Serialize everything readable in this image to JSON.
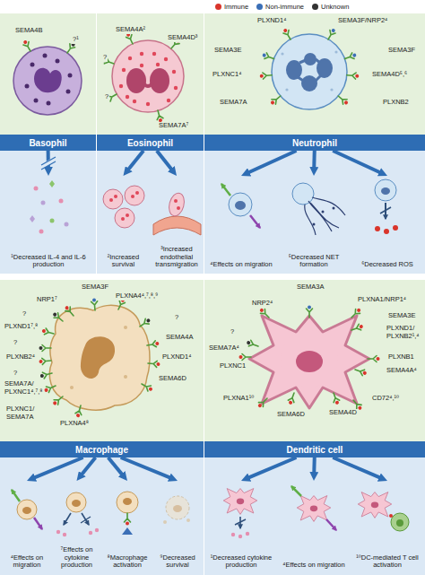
{
  "diagram": {
    "nodes": [
      {
        "text": [
          "Basophil"
        ]
      },
      {
        "text": [
          "¹Decreased IL-4 and IL-6 production"
        ]
      },
      {
        "text": [
          "Eosinophil"
        ]
      },
      {
        "text": [
          "²Increased survival"
        ]
      },
      {
        "text": [
          "³Increased endothelial transmigration"
        ]
      },
      {
        "text": [
          "Neutrophil"
        ]
      },
      {
        "text": [
          "⁴Effects on migration"
        ]
      },
      {
        "text": [
          "⁵Decreased NET formation"
        ]
      },
      {
        "text": [
          "⁶Decreased ROS"
        ]
      },
      {
        "text": [
          "Macrophage"
        ]
      },
      {
        "text": [
          "⁴Effects on migration"
        ]
      },
      {
        "text": [
          "⁷Effects on cytokine production"
        ]
      },
      {
        "text": [
          "⁸Macrophage activation"
        ]
      },
      {
        "text": [
          "⁹Decreased survival"
        ]
      },
      {
        "text": [
          "Dendritic cell"
        ]
      },
      {
        "text": [
          "¹Decreased cytokine production"
        ]
      },
      {
        "text": [
          "⁴Effects on migration"
        ]
      },
      {
        "text": [
          "¹⁰DC-mediated T cell activation"
        ]
      }
    ],
    "edges": [
      {
        "from": 0,
        "to": 1,
        "arrow": "to"
      },
      {
        "from": 2,
        "to": 3,
        "arrow": "to"
      },
      {
        "from": 2,
        "to": 4,
        "arrow": "to"
      },
      {
        "from": 5,
        "to": 6,
        "arrow": "to"
      },
      {
        "from": 5,
        "to": 7,
        "arrow": "to"
      },
      {
        "from": 5,
        "to": 8,
        "arrow": "to"
      },
      {
        "from": 9,
        "to": 10,
        "arrow": "to"
      },
      {
        "from": 9,
        "to": 11,
        "arrow": "to"
      },
      {
        "from": 9,
        "to": 12,
        "arrow": "to"
      },
      {
        "from": 9,
        "to": 13,
        "arrow": "to"
      },
      {
        "from": 14,
        "to": 15,
        "arrow": "to"
      },
      {
        "from": 14,
        "to": 16,
        "arrow": "to"
      },
      {
        "from": 14,
        "to": 17,
        "arrow": "to"
      }
    ],
    "labels": [
      "SEMA4B",
      "?¹",
      "SEMA4A²",
      "SEMA4D³",
      "?",
      "?",
      "SEMA7A⁷",
      "PLXND1⁴",
      "SEMA3F/NRP2⁴",
      "SEMA3E",
      "SEMA3F",
      "PLXNC1⁴",
      "SEMA4D⁵,⁶",
      "SEMA7A",
      "PLXNB2",
      "SEMA3F",
      "NRP1⁷",
      "PLXNA4⁴,⁷,⁸,⁹",
      "?",
      "PLXND1⁷,⁸",
      "?",
      "?",
      "SEMA4A",
      "PLXNB2⁴",
      "PLXND1⁴",
      "?",
      "SEMA6D",
      "SEMA7A/ PLXNC1⁴,⁷,⁸",
      "PLXNC1/ SEMA7A",
      "PLXNA4⁸",
      "SEMA3A",
      "NRP2⁴",
      "PLXNA1/NRP1⁴",
      "?",
      "SEMA3E",
      "PLXND1/ PLXNB2¹,⁴",
      "SEMA7A⁴",
      "PLXNB1",
      "PLXNC1",
      "SEMA4A⁴",
      "PLXNA1¹⁰",
      "CD72⁴,¹⁰",
      "SEMA6D",
      "SEMA4D"
    ],
    "legend": [
      {
        "text": "Immune",
        "color": "#d9352b"
      },
      {
        "text": "Non-immune",
        "color": "#3b6fb6"
      },
      {
        "text": "Unknown",
        "color": "#333333"
      }
    ]
  }
}
